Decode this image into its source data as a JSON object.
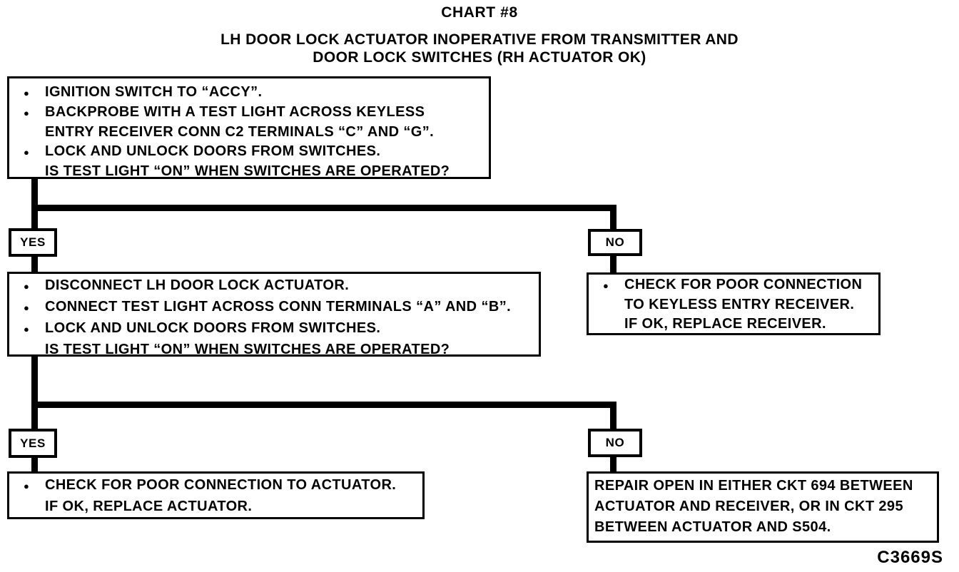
{
  "page": {
    "title": "CHART #8",
    "subtitle_line1": "LH DOOR LOCK ACTUATOR INOPERATIVE FROM TRANSMITTER AND",
    "subtitle_line2": "DOOR LOCK SWITCHES (RH ACTUATOR OK)",
    "figure_code": "C3669S"
  },
  "colors": {
    "ink": "#000000",
    "paper": "#ffffff"
  },
  "bullet_glyph": "●",
  "branch_labels": {
    "yes1": "YES",
    "no1": "NO",
    "yes2": "YES",
    "no2": "NO"
  },
  "boxes": {
    "step1": {
      "lines": [
        {
          "bullet": true,
          "text": "IGNITION SWITCH TO “ACCY”."
        },
        {
          "bullet": true,
          "text": "BACKPROBE WITH A TEST LIGHT ACROSS KEYLESS"
        },
        {
          "bullet": false,
          "text": "ENTRY RECEIVER CONN C2 TERMINALS “C” AND “G”."
        },
        {
          "bullet": true,
          "text": "LOCK AND UNLOCK DOORS FROM SWITCHES."
        },
        {
          "bullet": false,
          "text": "IS TEST LIGHT “ON” WHEN SWITCHES ARE OPERATED?"
        }
      ]
    },
    "step2": {
      "lines": [
        {
          "bullet": true,
          "text": "DISCONNECT LH DOOR LOCK ACTUATOR."
        },
        {
          "bullet": true,
          "text": "CONNECT TEST LIGHT ACROSS CONN TERMINALS “A” AND “B”."
        },
        {
          "bullet": true,
          "text": "LOCK AND UNLOCK DOORS FROM SWITCHES."
        },
        {
          "bullet": false,
          "text": "IS TEST LIGHT “ON” WHEN SWITCHES ARE OPERATED?"
        }
      ]
    },
    "check_receiver": {
      "lines": [
        {
          "bullet": true,
          "text": "CHECK FOR POOR CONNECTION"
        },
        {
          "bullet": false,
          "text": "TO KEYLESS ENTRY RECEIVER."
        },
        {
          "bullet": false,
          "text": "IF OK, REPLACE RECEIVER."
        }
      ]
    },
    "check_actuator": {
      "lines": [
        {
          "bullet": true,
          "text": "CHECK FOR POOR CONNECTION TO ACTUATOR."
        },
        {
          "bullet": false,
          "text": "IF OK, REPLACE ACTUATOR."
        }
      ]
    },
    "repair_open": {
      "lines": [
        {
          "bullet": false,
          "text": "REPAIR OPEN IN EITHER CKT 694 BETWEEN"
        },
        {
          "bullet": false,
          "text": "ACTUATOR AND RECEIVER, OR IN CKT 295"
        },
        {
          "bullet": false,
          "text": "BETWEEN ACTUATOR AND S504."
        }
      ]
    }
  }
}
